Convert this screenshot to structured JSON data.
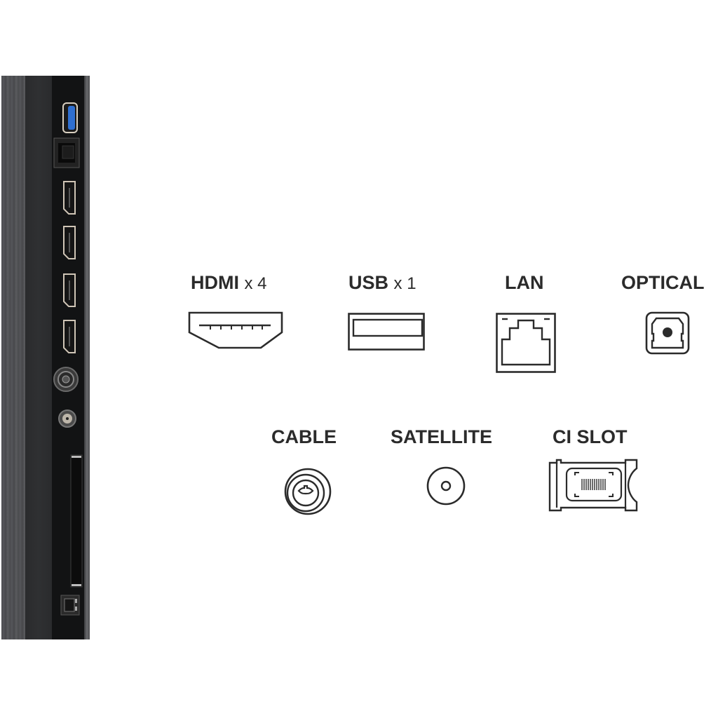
{
  "panel": {
    "ports": [
      "usb",
      "lan",
      "hdmi",
      "hdmi",
      "hdmi",
      "hdmi",
      "cable",
      "satellite",
      "ci-slot",
      "optical"
    ]
  },
  "connectors": {
    "row1": [
      {
        "name": "HDMI",
        "multiplier": "x 4",
        "icon": "hdmi-icon"
      },
      {
        "name": "USB",
        "multiplier": "x 1",
        "icon": "usb-icon"
      },
      {
        "name": "LAN",
        "multiplier": "",
        "icon": "lan-icon"
      },
      {
        "name": "OPTICAL",
        "multiplier": "",
        "icon": "optical-icon"
      }
    ],
    "row2": [
      {
        "name": "CABLE",
        "icon": "cable-icon"
      },
      {
        "name": "SATELLITE",
        "icon": "satellite-icon"
      },
      {
        "name": "CI SLOT",
        "icon": "ci-slot-icon"
      }
    ]
  },
  "colors": {
    "text": "#2b2b2b",
    "usb_blue": "#2f6fd0",
    "panel_dark": "#121314"
  }
}
